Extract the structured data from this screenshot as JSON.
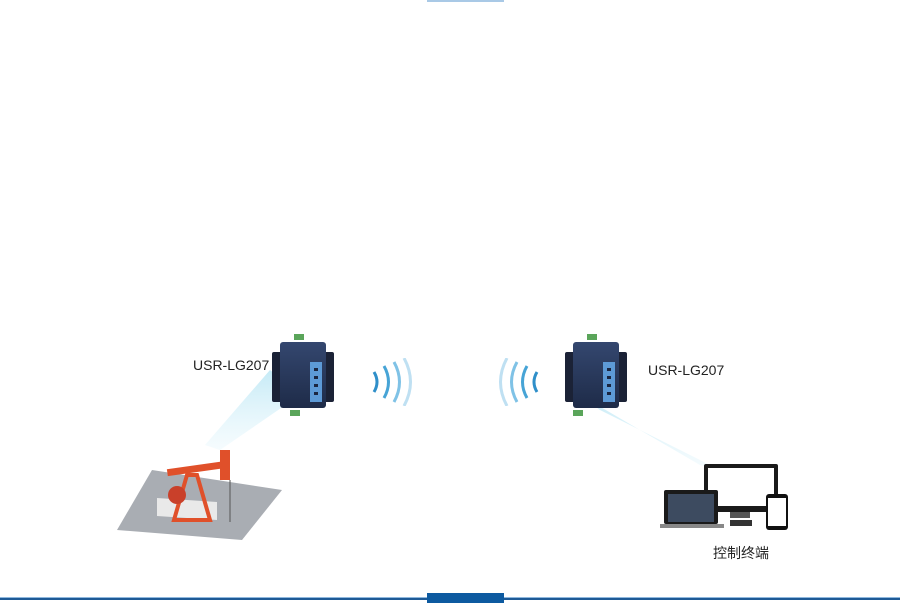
{
  "devices": [
    {
      "label": "USR-LG207"
    },
    {
      "label": "USR-LG207"
    }
  ],
  "terminal": {
    "label": "控制终端"
  },
  "colors": {
    "accent": "#0d5aa0",
    "beam": "#bfe8f5",
    "pump": "#e0502a"
  },
  "icons": [
    "lora-device-icon",
    "wireless-signal-icon",
    "oil-pump-icon",
    "computer-monitor-icon",
    "laptop-icon",
    "phone-icon"
  ]
}
